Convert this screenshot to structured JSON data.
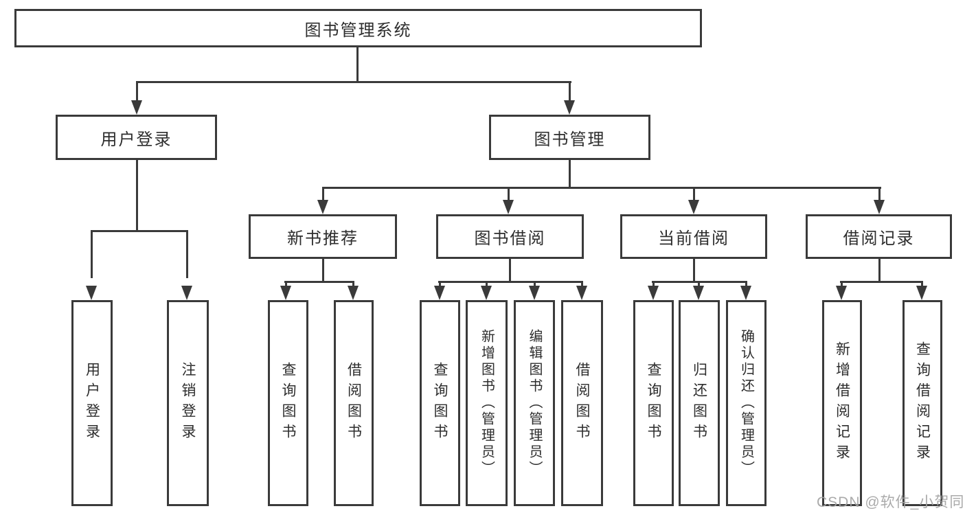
{
  "diagram": {
    "root": {
      "label": "图书管理系统"
    },
    "level2": [
      {
        "label": "用户登录",
        "children": [
          {
            "label": "用户登录"
          },
          {
            "label": "注销登录"
          }
        ]
      },
      {
        "label": "图书管理",
        "children": [
          {
            "label": "新书推荐",
            "children": [
              {
                "label": "查询图书"
              },
              {
                "label": "借阅图书"
              }
            ]
          },
          {
            "label": "图书借阅",
            "children": [
              {
                "label": "查询图书"
              },
              {
                "label": "新增图书（管理员）"
              },
              {
                "label": "编辑图书（管理员）"
              },
              {
                "label": "借阅图书"
              }
            ]
          },
          {
            "label": "当前借阅",
            "children": [
              {
                "label": "查询图书"
              },
              {
                "label": "归还图书"
              },
              {
                "label": "确认归还（管理员）"
              }
            ]
          },
          {
            "label": "借阅记录",
            "children": [
              {
                "label": "新增借阅记录"
              },
              {
                "label": "查询借阅记录"
              }
            ]
          }
        ]
      }
    ]
  },
  "watermark": {
    "text": "CSDN @软件_小贺同学"
  },
  "colors": {
    "line": "#3a3a3a",
    "text": "#2d2d2d",
    "watermark": "#a3a3a3",
    "background": "#ffffff"
  }
}
